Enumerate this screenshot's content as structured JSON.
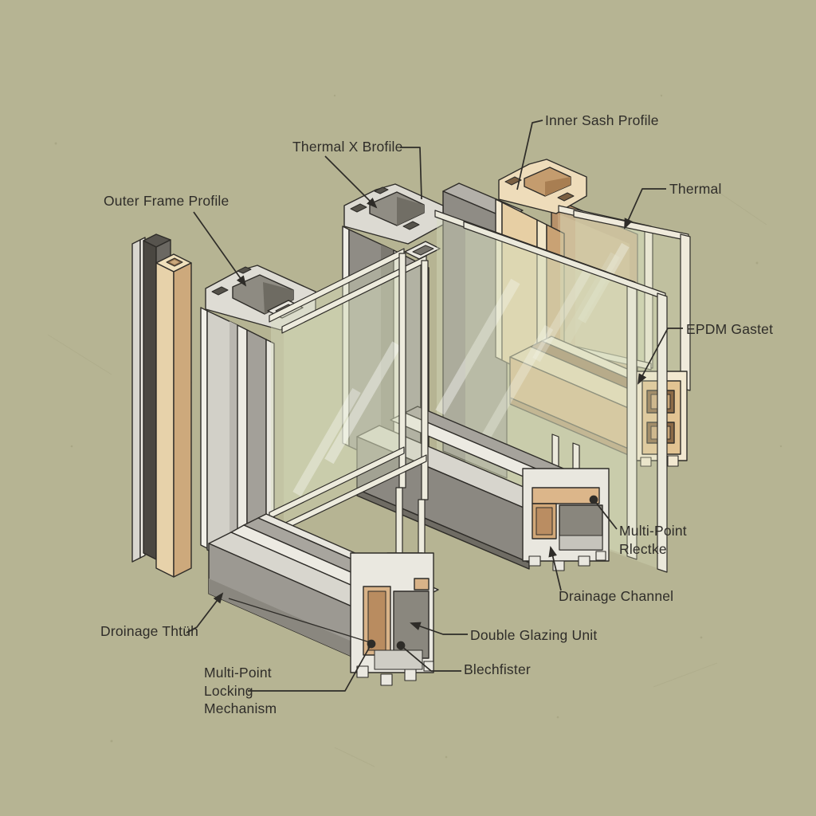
{
  "figure": {
    "type": "technical-diagram",
    "subject": "Exploded isometric cross-section of a window profile system"
  },
  "labels": {
    "outer_frame": "Outer Frame Profile",
    "thermal_x": "Thermal X Brofile",
    "inner_sash": "Inner Sash Profile",
    "thermal": "Thermal",
    "epdm": "EPDM Gastet",
    "multipoint_rlectke_1": "Multi-Point",
    "multipoint_rlectke_2": "Rlectke",
    "drainage_channel": "Drainage Channel",
    "droinage": "Droinage Thtüh",
    "locking_1": "Multi-Point",
    "locking_2": "Locking",
    "locking_3": "Mechanism",
    "double_glazing": "Double Glazing Unit",
    "blechfister": "Blechfister"
  },
  "colors": {
    "bg": "#b6b493",
    "ink": "#2e2c28",
    "label": "#2f2d29",
    "profile_light": "#dcdad2",
    "profile_white": "#eceae2",
    "profile_mid": "#a3a099",
    "profile_dark": "#8a877e",
    "charcoal": "#4a4741",
    "tan_light": "#ecd9b4",
    "tan_mid": "#d6ae7e",
    "tan_dark": "#8d6845",
    "glass_tint": "#d7ddbe"
  }
}
